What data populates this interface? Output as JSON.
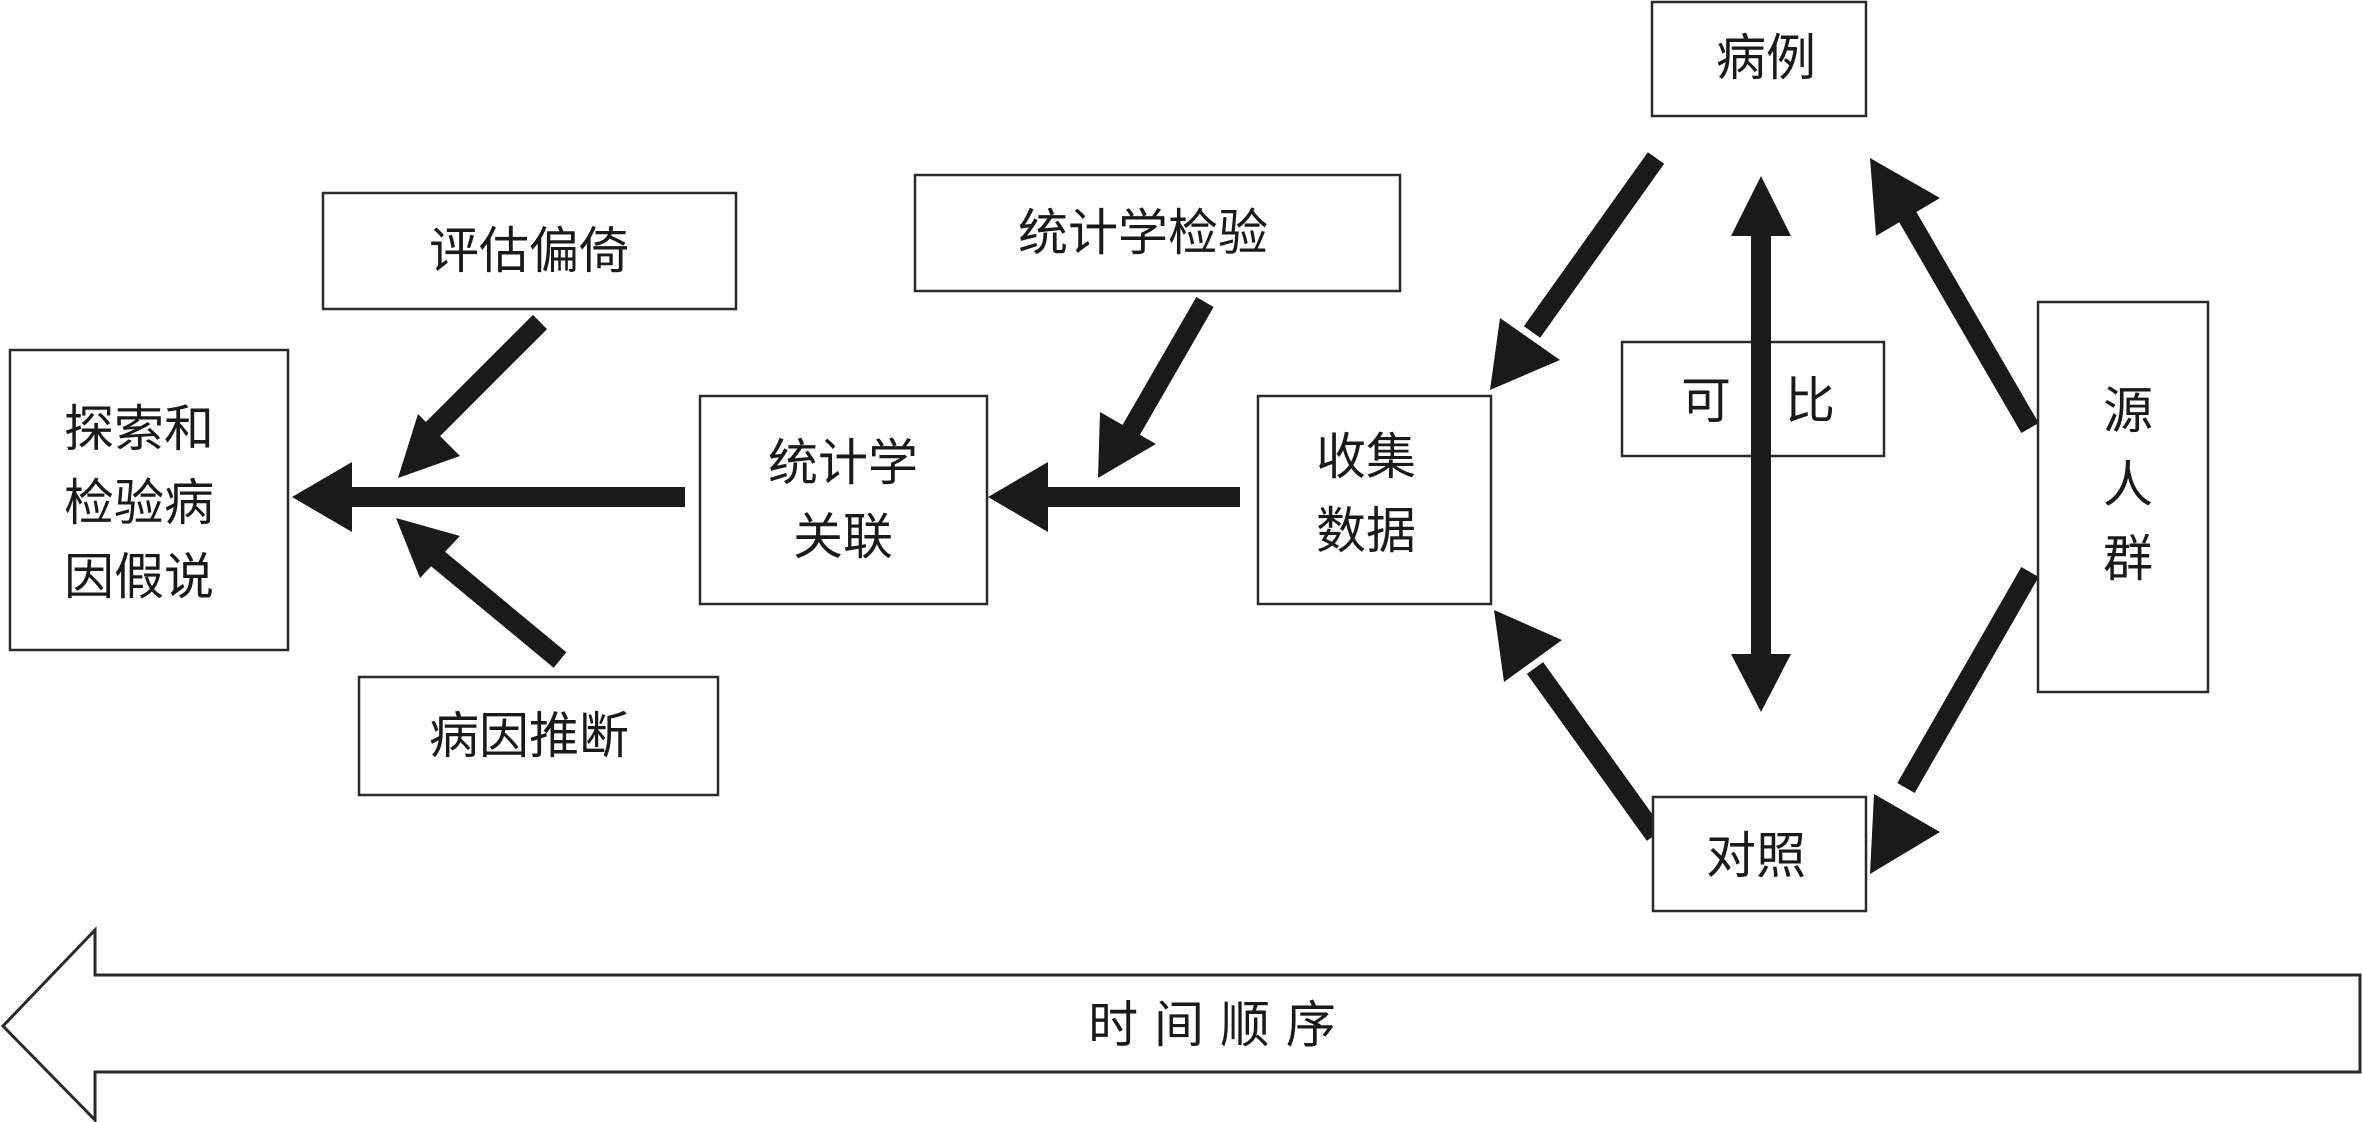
{
  "nodes": {
    "hypothesis": {
      "lines": [
        "探索和",
        "检验病",
        "因假说"
      ]
    },
    "bias": {
      "lines": [
        "评估偏倚"
      ]
    },
    "causal": {
      "lines": [
        "病因推断"
      ]
    },
    "stat_test": {
      "lines": [
        "统计学检验"
      ]
    },
    "association": {
      "lines": [
        "统计学",
        "关联"
      ]
    },
    "collect": {
      "lines": [
        "收集",
        "数据"
      ]
    },
    "cases": {
      "lines": [
        "病例"
      ]
    },
    "compare": {
      "left": "可",
      "right": "比"
    },
    "controls": {
      "lines": [
        "对照"
      ]
    },
    "source": {
      "lines": [
        "源",
        "人",
        "群"
      ]
    }
  },
  "timeline": {
    "label": "时 间 顺 序"
  }
}
